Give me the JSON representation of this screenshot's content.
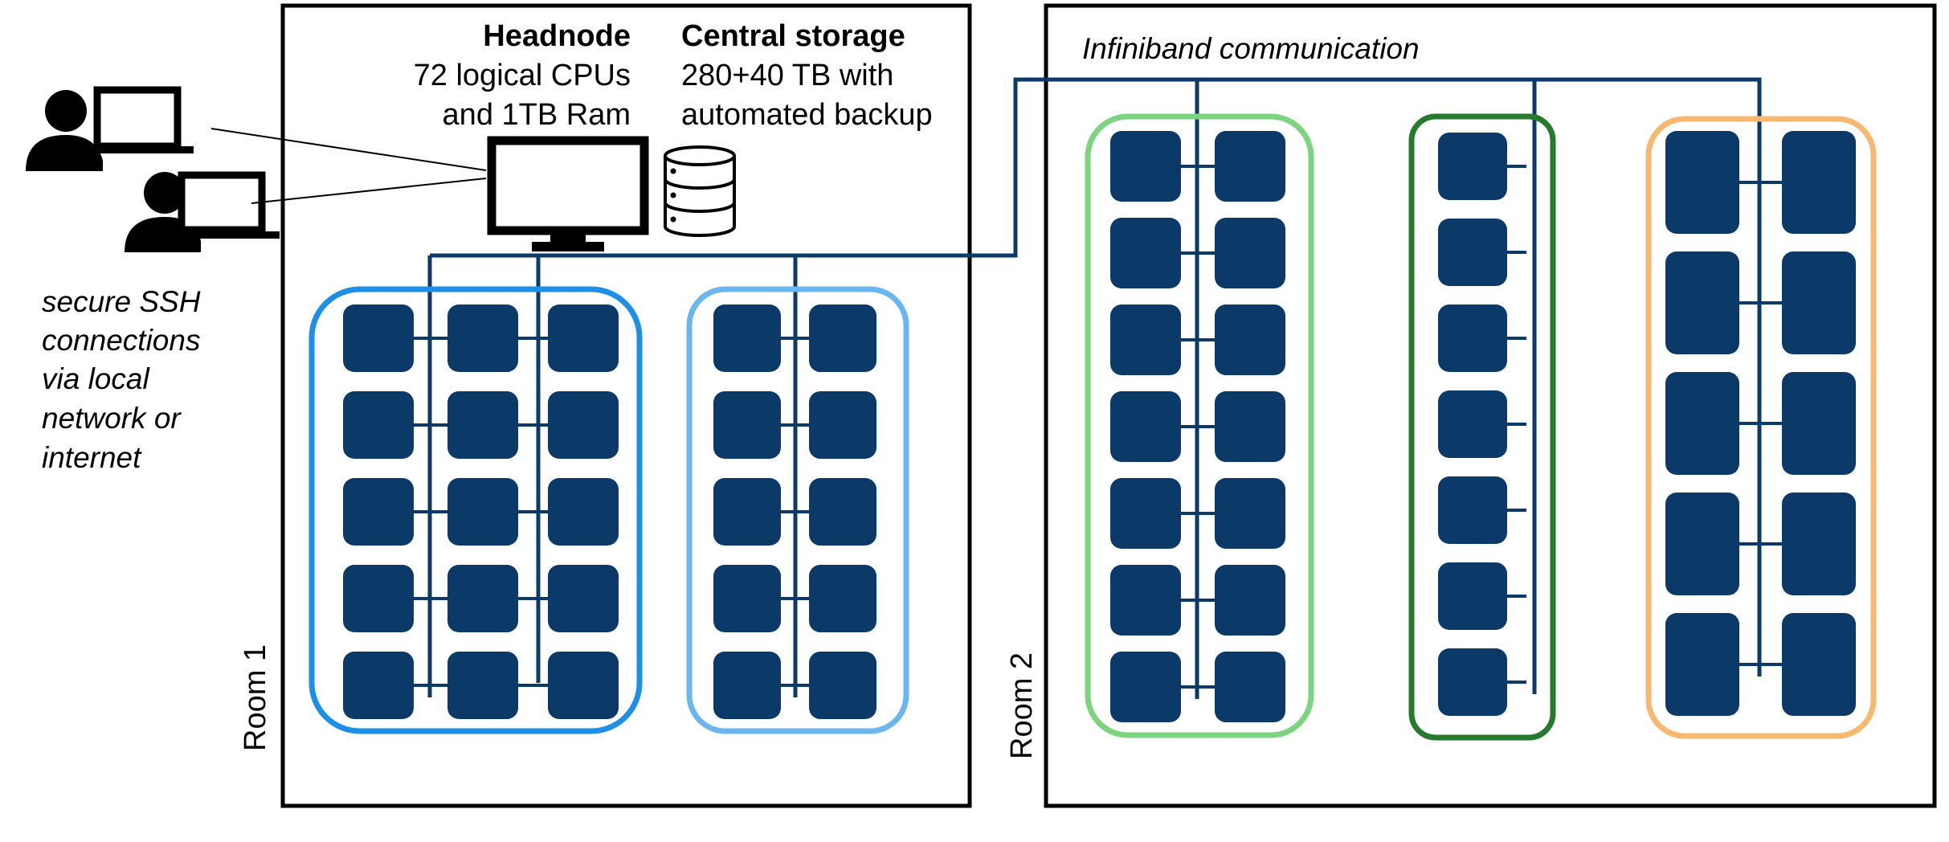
{
  "headnode": {
    "title": "Headnode",
    "lines": [
      "72 logical CPUs",
      "and 1TB Ram"
    ]
  },
  "storage": {
    "title": "Central storage",
    "lines": [
      "280+40 TB with",
      "automated backup"
    ]
  },
  "network_label": "Infiniband communication",
  "ssh_label": [
    "secure SSH",
    "connections",
    "via local",
    "network or",
    "internet"
  ],
  "rooms": [
    {
      "label": "Room 1"
    },
    {
      "label": "Room 2"
    }
  ],
  "node_groups": [
    {
      "room": "Room 1",
      "color": "#1e8fe6",
      "columns": 3,
      "nodes_per_column": 5
    },
    {
      "room": "Room 1",
      "color": "#6ab7f0",
      "columns": 2,
      "nodes_per_column": 5
    },
    {
      "room": "Room 2",
      "color": "#7cd47f",
      "columns": 2,
      "nodes_per_column": 7
    },
    {
      "room": "Room 2",
      "color": "#267a2e",
      "columns": 1,
      "nodes_per_column": 7
    },
    {
      "room": "Room 2",
      "color": "#f7b870",
      "columns": 2,
      "nodes_per_column": 5
    }
  ],
  "colors": {
    "node": "#0b3a68",
    "wire": "#0b3a68"
  }
}
